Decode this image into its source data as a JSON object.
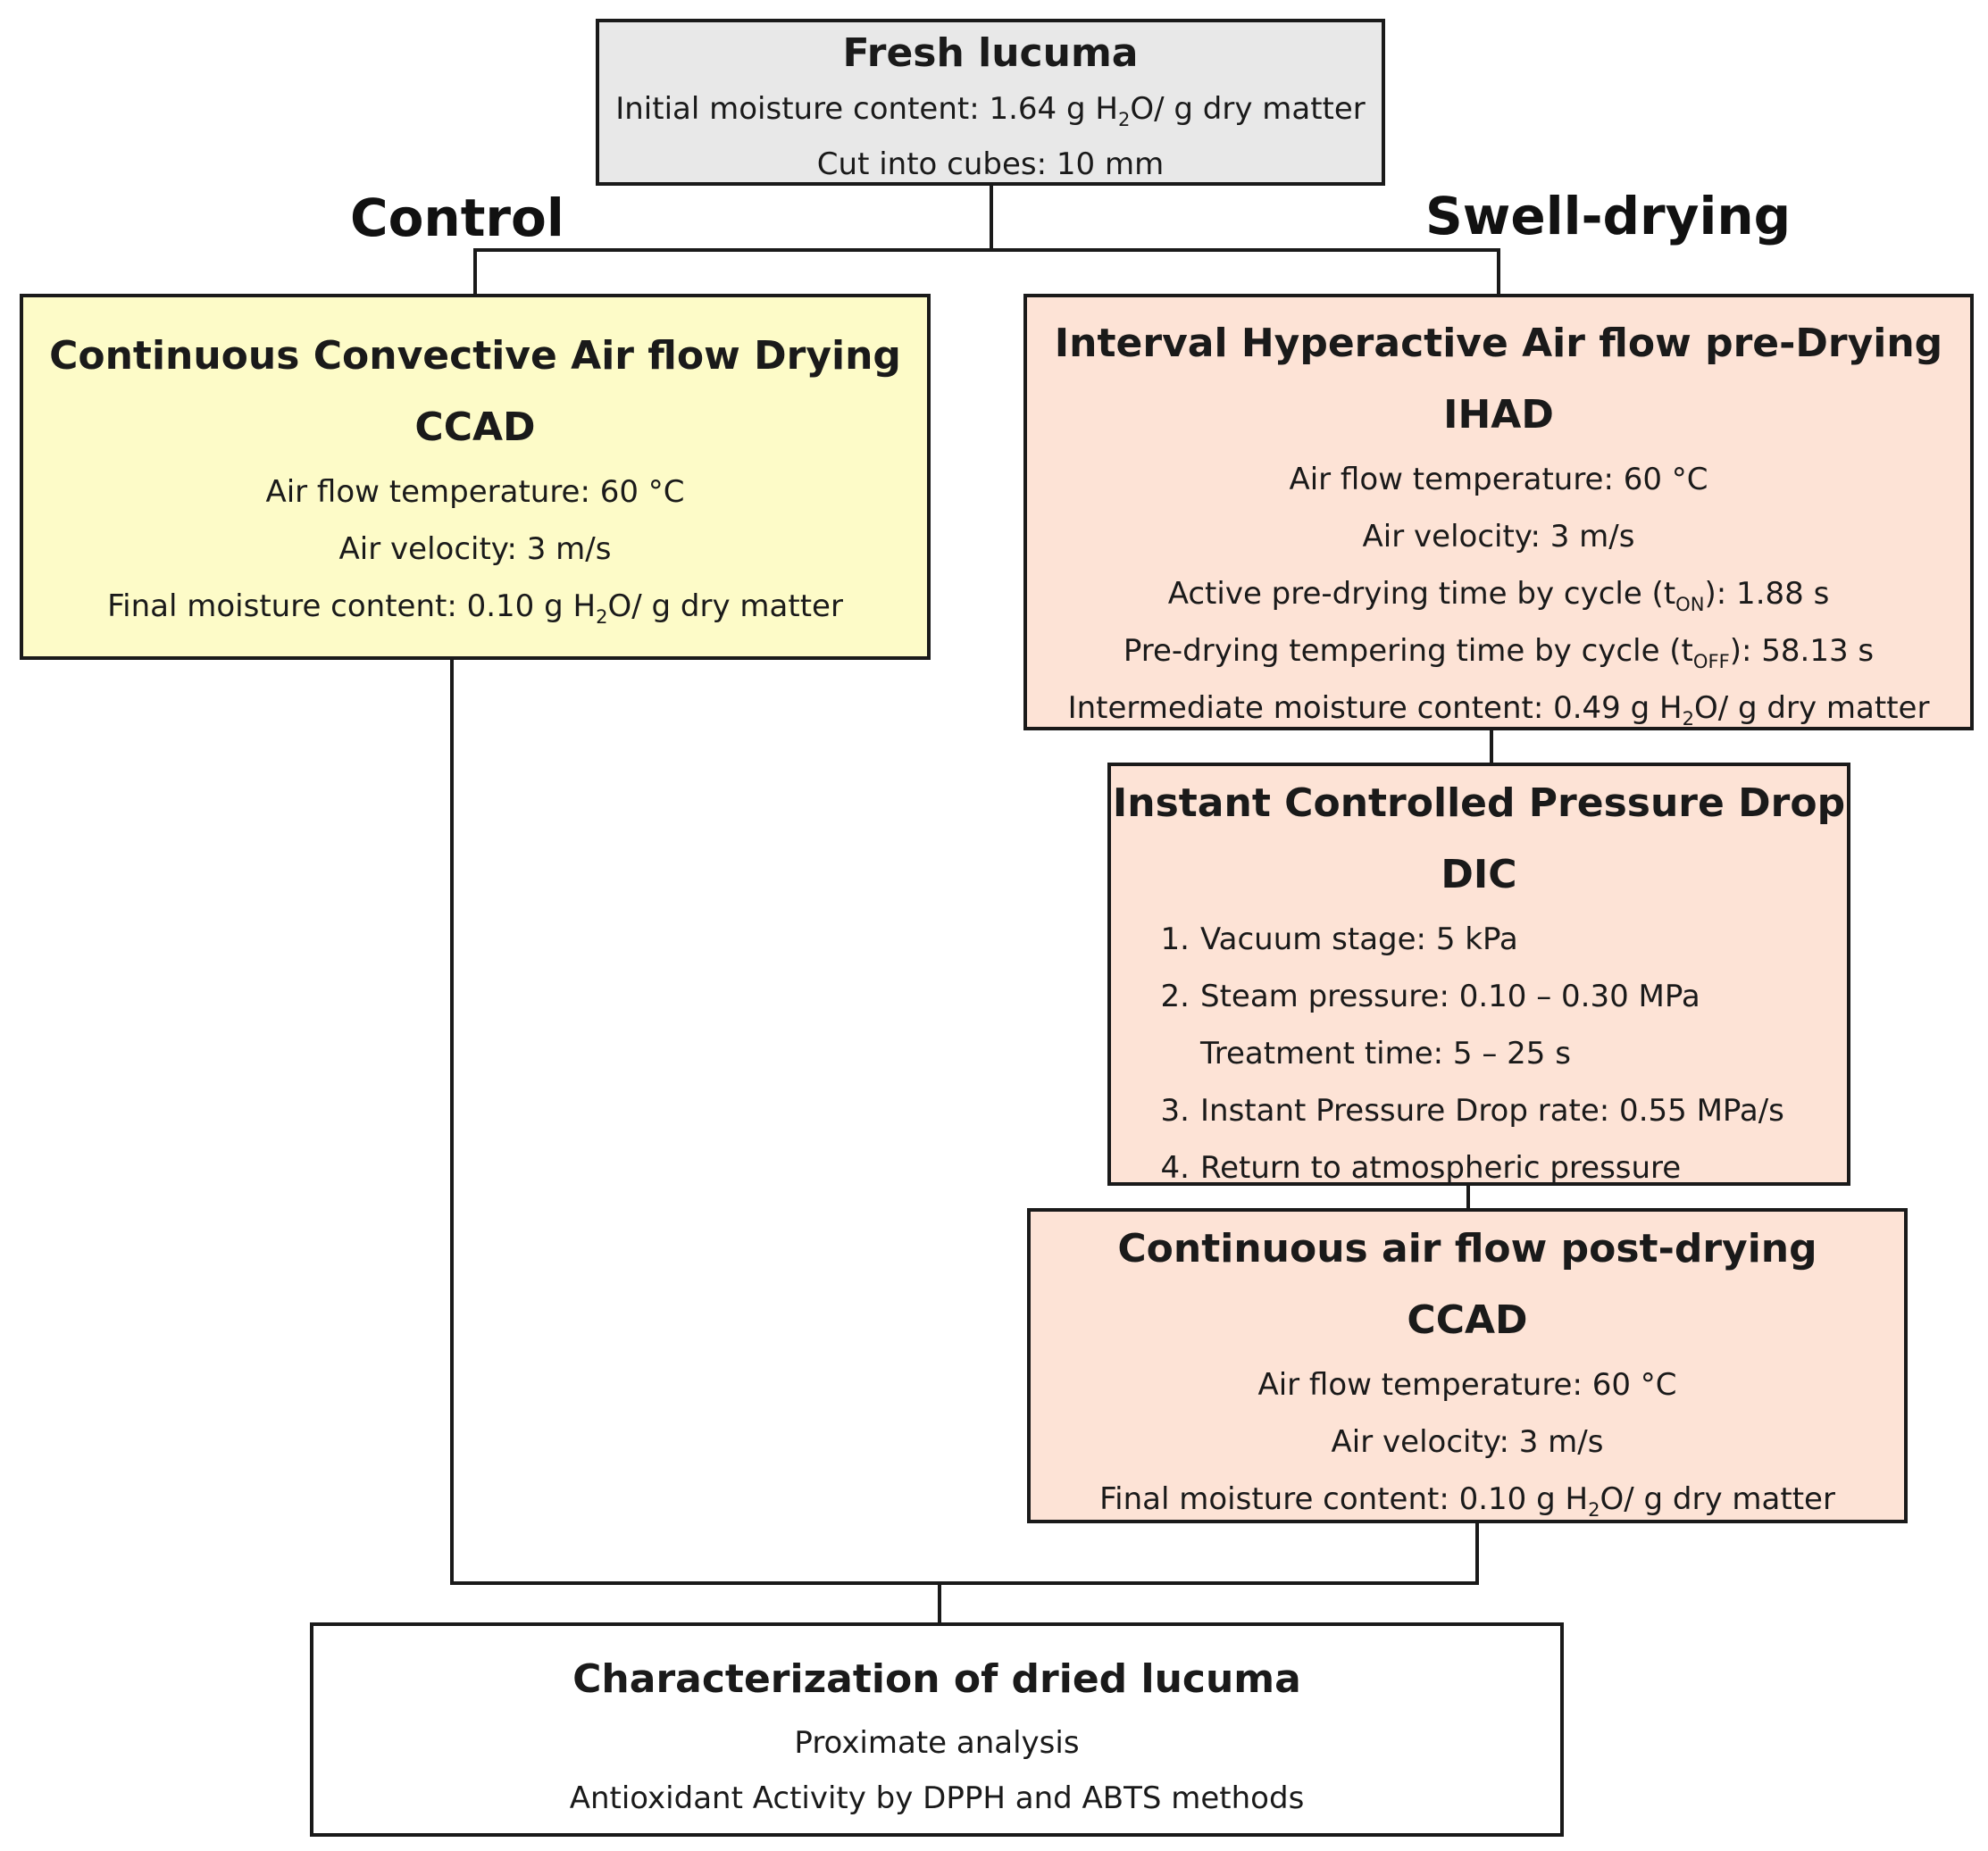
{
  "branches": {
    "left": "Control",
    "right": "Swell-drying"
  },
  "fresh": {
    "title": "Fresh lucuma",
    "moisture_prefix": "Initial moisture content: 1.64 g H",
    "moisture_sub": "2",
    "moisture_suffix": "O/ g dry matter",
    "cut": "Cut into cubes: 10 mm"
  },
  "ccad_control": {
    "title": "Continuous Convective Air flow Drying",
    "abbr": "CCAD",
    "temperature": "Air flow temperature: 60 °C",
    "velocity": "Air velocity: 3 m/s",
    "moisture_prefix": "Final moisture content: 0.10 g H",
    "moisture_sub": "2",
    "moisture_suffix": "O/ g dry matter"
  },
  "ihad": {
    "title": "Interval Hyperactive Air flow pre-Drying",
    "abbr": "IHAD",
    "temperature": "Air flow temperature: 60 °C",
    "velocity": "Air velocity: 3 m/s",
    "active_prefix": "Active pre-drying  time by cycle (t",
    "active_sub": "ON",
    "active_suffix": "): 1.88 s",
    "tempering_prefix": "Pre-drying  tempering time by cycle (t",
    "tempering_sub": "OFF",
    "tempering_suffix": "): 58.13 s",
    "moisture_prefix": "Intermediate moisture content: 0.49 g H",
    "moisture_sub": "2",
    "moisture_suffix": "O/ g dry matter"
  },
  "dic": {
    "title": "Instant Controlled Pressure Drop",
    "abbr": "DIC",
    "steps": [
      {
        "num": "1.",
        "text": "Vacuum stage: 5 kPa"
      },
      {
        "num": "2.",
        "text": "Steam pressure: 0.10 – 0.30 MPa"
      },
      {
        "num": "",
        "text": "Treatment time: 5 – 25 s"
      },
      {
        "num": "3.",
        "text": "Instant Pressure Drop rate: 0.55 MPa/s"
      },
      {
        "num": "4.",
        "text": "Return to atmospheric pressure"
      }
    ]
  },
  "post_drying": {
    "title": "Continuous air flow post-drying",
    "abbr": "CCAD",
    "temperature": "Air flow temperature: 60 °C",
    "velocity": "Air velocity: 3 m/s",
    "moisture_prefix": "Final moisture content: 0.10 g H",
    "moisture_sub": "2",
    "moisture_suffix": "O/ g dry matter"
  },
  "characterization": {
    "title": "Characterization of dried lucuma",
    "line1": "Proximate analysis",
    "line2": "Antioxidant Activity by DPPH and ABTS methods"
  }
}
